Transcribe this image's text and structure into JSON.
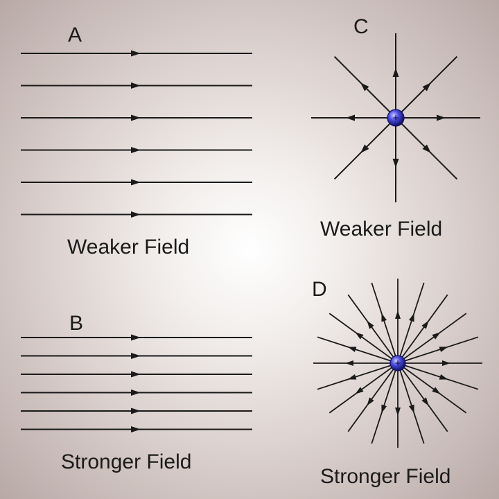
{
  "panels": {
    "A": {
      "letter": "A",
      "caption": "Weaker Field",
      "line_count": 6
    },
    "B": {
      "letter": "B",
      "caption": "Stronger Field",
      "line_count": 6
    },
    "C": {
      "letter": "C",
      "caption": "Weaker Field",
      "line_count": 8,
      "charge": "+"
    },
    "D": {
      "letter": "D",
      "caption": "Stronger Field",
      "line_count": 20,
      "charge": "+"
    }
  },
  "colors": {
    "line": "#1a1a1a",
    "charge_fill": "#3a3ad0",
    "charge_dark": "#101060"
  }
}
